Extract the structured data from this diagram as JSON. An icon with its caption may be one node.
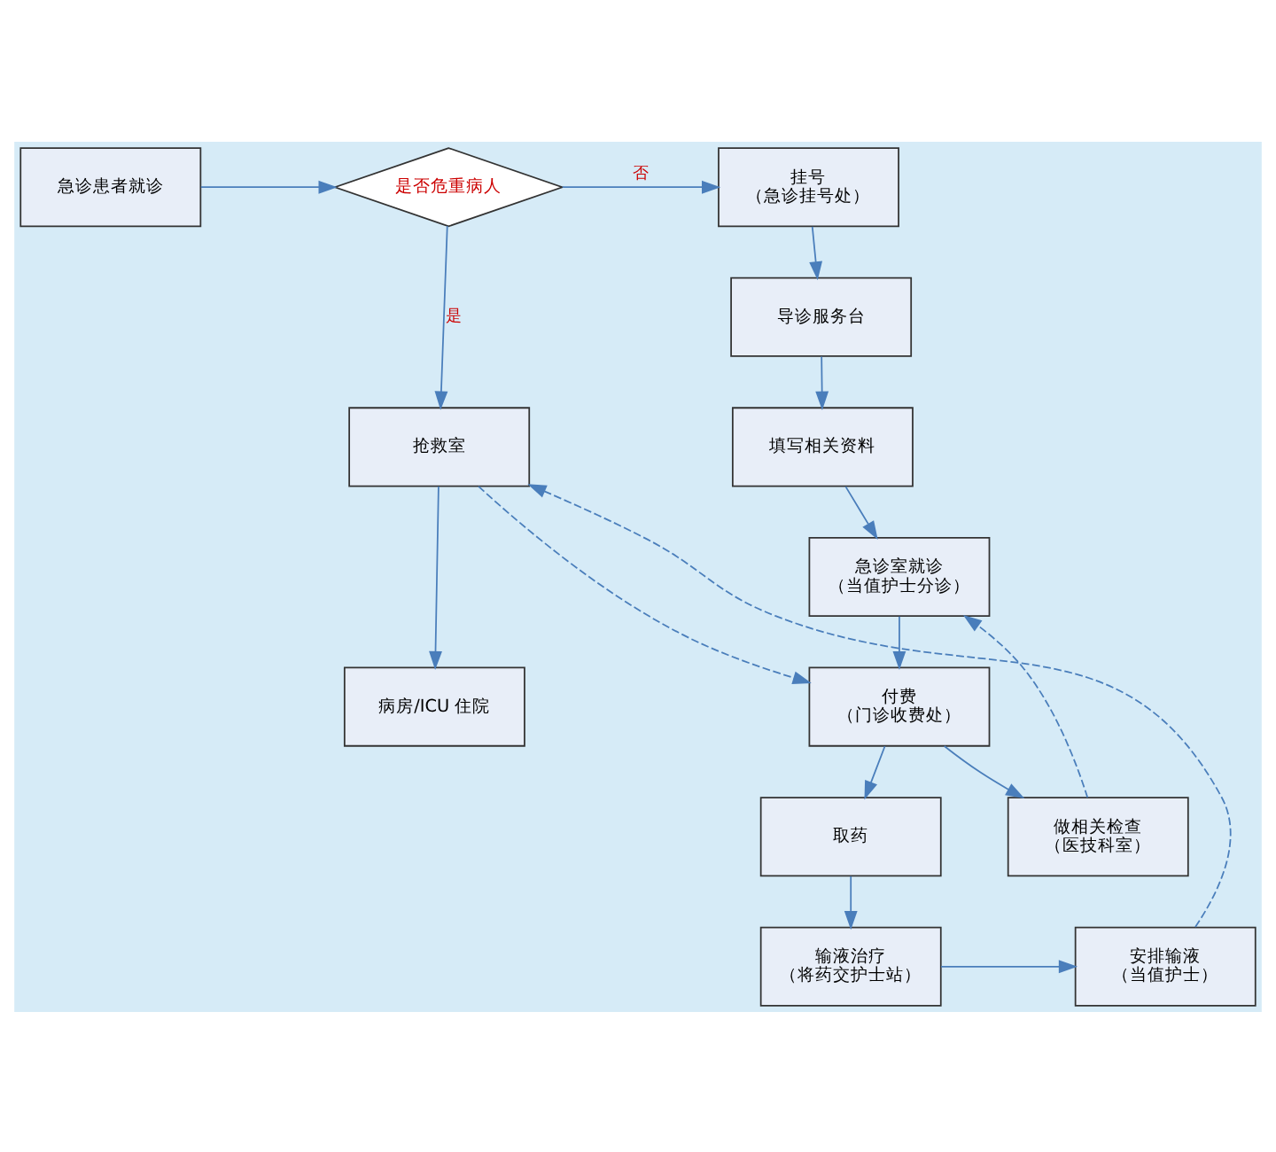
{
  "diagram": {
    "nodes": [
      {
        "text": [
          "急诊患者就诊"
        ]
      },
      {
        "text": [
          "是否危重病人"
        ]
      },
      {
        "text": [
          "挂号",
          "（急诊挂号处）"
        ]
      },
      {
        "text": [
          "导诊服务台"
        ]
      },
      {
        "text": [
          "抢救室"
        ]
      },
      {
        "text": [
          "填写相关资料"
        ]
      },
      {
        "text": [
          "急诊室就诊",
          "（当值护士分诊）"
        ]
      },
      {
        "text": [
          "病房/ICU 住院"
        ]
      },
      {
        "text": [
          "付费",
          "（门诊收费处）"
        ]
      },
      {
        "text": [
          "取药"
        ]
      },
      {
        "text": [
          "做相关检查",
          "（医技科室）"
        ]
      },
      {
        "text": [
          "输液治疗",
          "（将药交护士站）"
        ]
      },
      {
        "text": [
          "安排输液",
          "（当值护士）"
        ]
      }
    ],
    "edges": [
      {
        "from": 0,
        "to": 1,
        "arrow": "to"
      },
      {
        "from": 1,
        "to": 2,
        "arrow": "to",
        "label": "否"
      },
      {
        "from": 1,
        "to": 4,
        "arrow": "to",
        "label": "是"
      },
      {
        "from": 2,
        "to": 3,
        "arrow": "to"
      },
      {
        "from": 3,
        "to": 5,
        "arrow": "to"
      },
      {
        "from": 5,
        "to": 6,
        "arrow": "to"
      },
      {
        "from": 4,
        "to": 7,
        "arrow": "to"
      },
      {
        "from": 4,
        "to": 8,
        "arrow": "to",
        "style": "dashed"
      },
      {
        "from": 6,
        "to": 8,
        "arrow": "to"
      },
      {
        "from": 8,
        "to": 9,
        "arrow": "to"
      },
      {
        "from": 8,
        "to": 10,
        "arrow": "to"
      },
      {
        "from": 10,
        "to": 6,
        "arrow": "to",
        "style": "dashed"
      },
      {
        "from": 9,
        "to": 11,
        "arrow": "to"
      },
      {
        "from": 11,
        "to": 12,
        "arrow": "to"
      },
      {
        "from": 12,
        "to": 4,
        "arrow": "to",
        "style": "dashed"
      }
    ]
  }
}
